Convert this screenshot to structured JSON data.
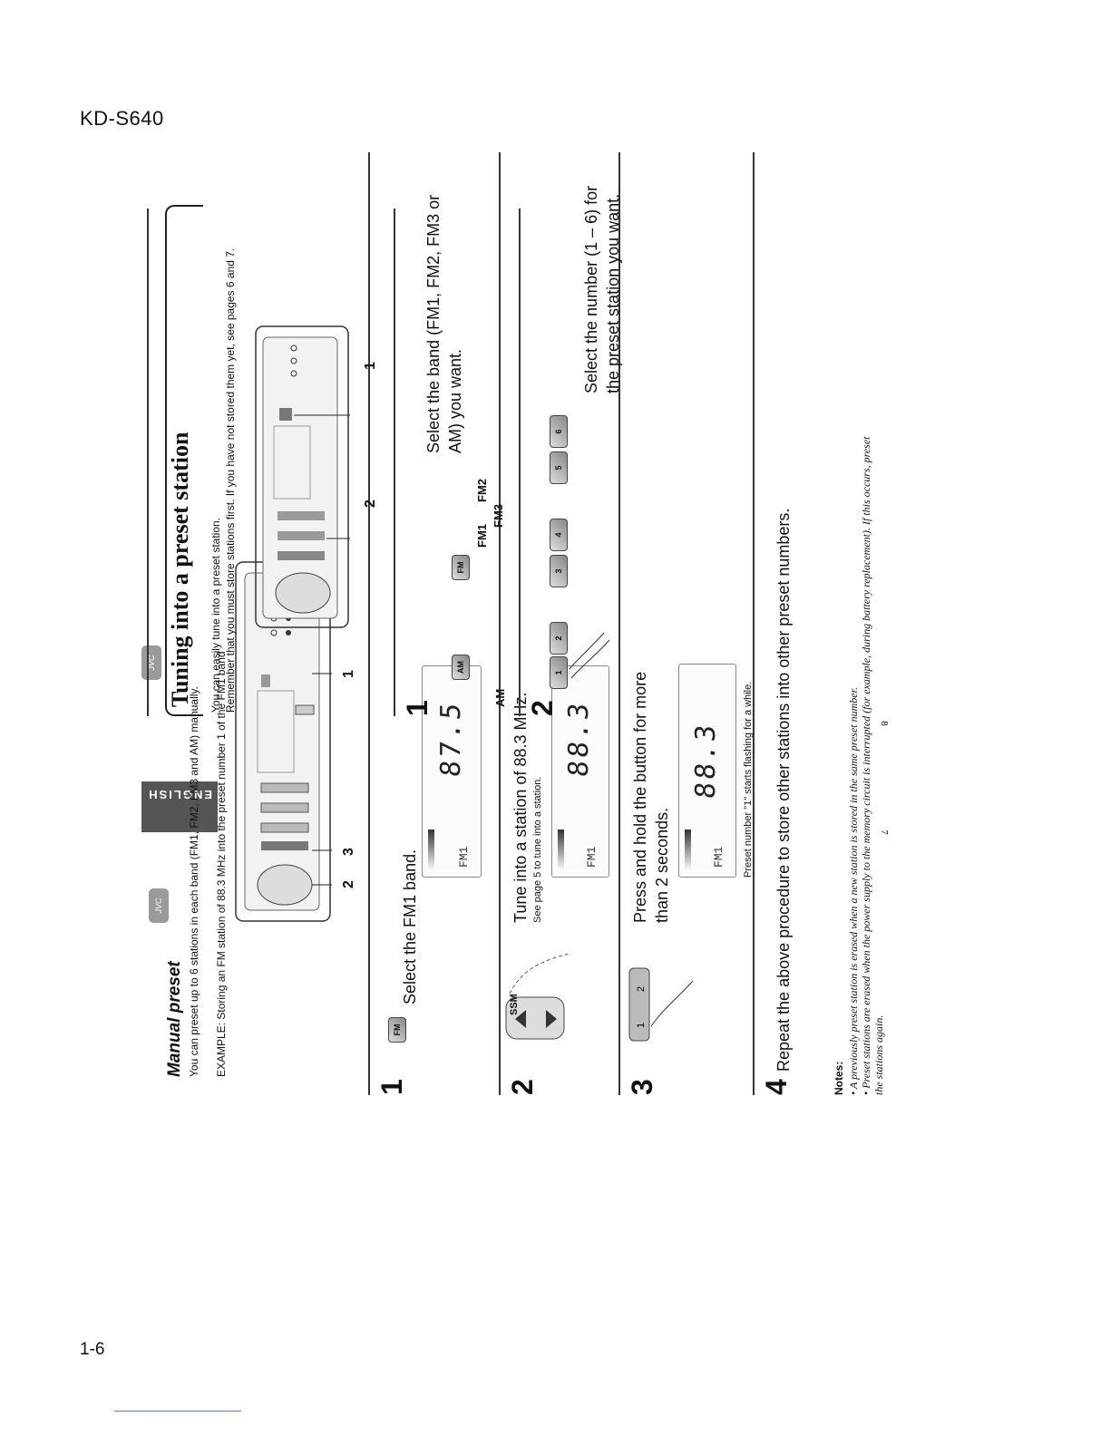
{
  "header": {
    "model": "KD-S640"
  },
  "footer": {
    "page_number": "1-6",
    "left_page": "7",
    "right_page": "8"
  },
  "left_page": {
    "title": "Manual preset",
    "intro": "You can preset up to 6 stations in each band (FM1, FM2, FM3 and AM) manually.",
    "example": "EXAMPLE: Storing an FM station of 88.3 MHz into the preset number 1 of the FM1 band",
    "callouts": [
      "2",
      "3",
      "1"
    ],
    "side_tab": "ENGLISH",
    "steps": [
      {
        "num": "1",
        "text": "Select the FM1 band.",
        "lcd_band": "FM1",
        "lcd_freq": "87.5"
      },
      {
        "num": "2",
        "text": "Tune into a station of 88.3 MHz.",
        "sub": "See page 5 to tune into a station.",
        "lcd_band": "FM1",
        "lcd_freq": "88.3",
        "ssm": "SSM"
      },
      {
        "num": "3",
        "text": "Press and hold the button for more than 2 seconds.",
        "lcd_band": "FM1",
        "lcd_freq": "88.3",
        "caption": "Preset number \"1\" starts flashing for a while."
      },
      {
        "num": "4",
        "text": "Repeat the above procedure to store other stations into other preset numbers."
      }
    ],
    "notes_heading": "Notes:",
    "notes": [
      "• A previously preset station is erased when a new station is stored in the same preset number.",
      "• Preset stations are erased when the power supply to the memory circuit is interrupted (for example, during battery replacement). If this occurs, preset the stations again."
    ]
  },
  "right_page": {
    "title": "Tuning into a preset station",
    "intro1": "You can easily tune into a preset station.",
    "intro2": "Remember that you must store stations first. If you have not stored them yet, see pages 6 and 7.",
    "callouts": [
      "2",
      "1"
    ],
    "step1": {
      "num": "1",
      "text": "Select the band (FM1, FM2, FM3 or AM) you want.",
      "labels": {
        "am": "AM",
        "fm1": "FM1",
        "fm2": "FM2",
        "fm3": "FM3"
      }
    },
    "step2": {
      "num": "2",
      "text": "Select the number (1 – 6) for the preset station you want.",
      "buttons": [
        "1",
        "2",
        "3",
        "4",
        "5",
        "6"
      ]
    }
  },
  "icons": [
    "hand-press-icon",
    "preset-button-icon",
    "radio-panel-icon",
    "tuner-arrow-icon"
  ]
}
